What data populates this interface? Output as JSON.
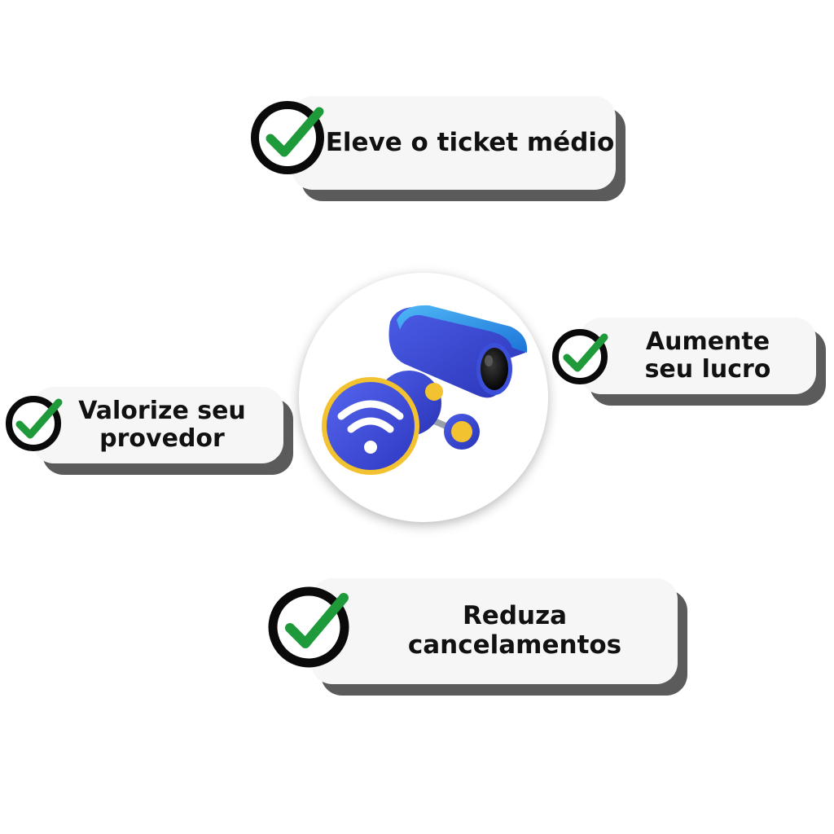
{
  "benefits": {
    "top": "Eleve o ticket médio",
    "right": "Aumente\nseu lucro",
    "left": "Valorize seu\nprovedor",
    "bottom": "Reduza cancelamentos"
  },
  "icons": {
    "check": "check-circle-icon",
    "center": "security-camera-wifi-icon"
  },
  "colors": {
    "check_green": "#1e9a3a",
    "ring": "#0a0a0a",
    "card_bg": "#f6f6f6",
    "card_shadow": "#5b5b5b",
    "camera_blue": "#3b4fd8",
    "camera_light_blue": "#2f9be8",
    "accent_yellow": "#f2c230"
  }
}
